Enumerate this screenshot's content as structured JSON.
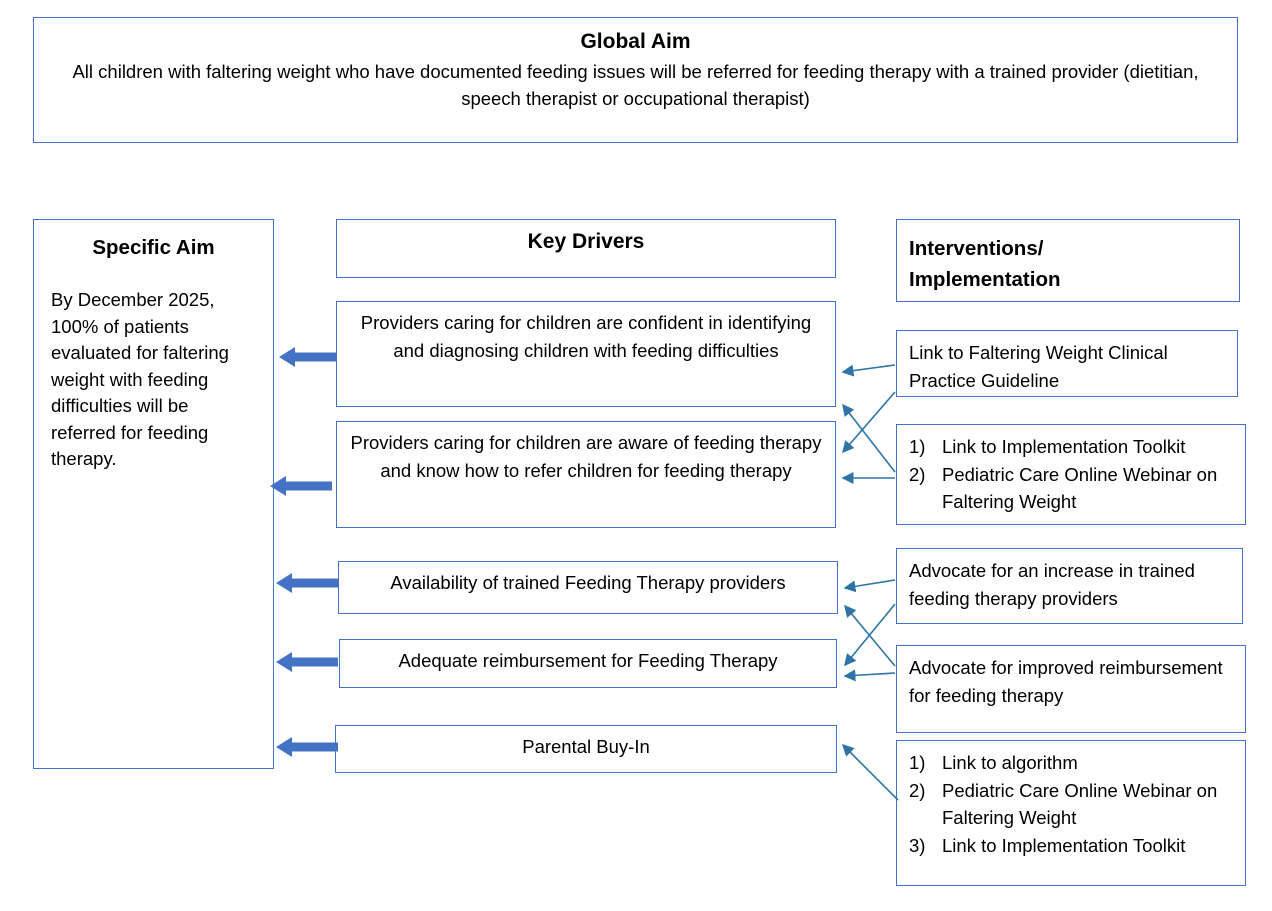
{
  "global_aim": {
    "title": "Global Aim",
    "body": "All children with faltering weight who have documented feeding issues will be referred for feeding therapy with a trained provider (dietitian, speech therapist or occupational therapist)"
  },
  "specific_aim": {
    "title": "Specific Aim",
    "body": "By December 2025, 100% of patients evaluated for faltering weight with feeding difficulties will be referred for feeding therapy."
  },
  "key_drivers": {
    "header": "Key Drivers",
    "items": [
      {
        "text": "Providers caring for children are confident in identifying and diagnosing children with feeding difficulties"
      },
      {
        "text": "Providers caring for children are aware of feeding therapy and know how to refer children for feeding therapy"
      },
      {
        "text": "Availability of trained Feeding Therapy providers"
      },
      {
        "text": "Adequate reimbursement for Feeding Therapy"
      },
      {
        "text": "Parental Buy-In"
      }
    ]
  },
  "interventions": {
    "header_line1": "Interventions/",
    "header_line2": "Implementation",
    "items": [
      {
        "type": "plain",
        "text": "Link to Faltering Weight Clinical Practice Guideline"
      },
      {
        "type": "numbered",
        "entries": [
          {
            "marker": "1)",
            "text": "Link to Implementation Toolkit"
          },
          {
            "marker": "2)",
            "text": "Pediatric Care Online Webinar on Faltering Weight"
          }
        ]
      },
      {
        "type": "plain",
        "text": "Advocate for an increase in trained feeding therapy providers"
      },
      {
        "type": "plain",
        "text": "Advocate for improved reimbursement for feeding therapy"
      },
      {
        "type": "numbered",
        "entries": [
          {
            "marker": "1)",
            "text": "Link to algorithm"
          },
          {
            "marker": "2)",
            "text": "Pediatric Care Online Webinar on Faltering Weight"
          },
          {
            "marker": "3)",
            "text": "Link to Implementation Toolkit"
          }
        ]
      }
    ]
  },
  "colors": {
    "box_border": "#4472C4",
    "block_arrow": "#4472C4",
    "connector_arrow": "#2E74A6",
    "text": "#000000",
    "background": "#FFFFFF"
  }
}
